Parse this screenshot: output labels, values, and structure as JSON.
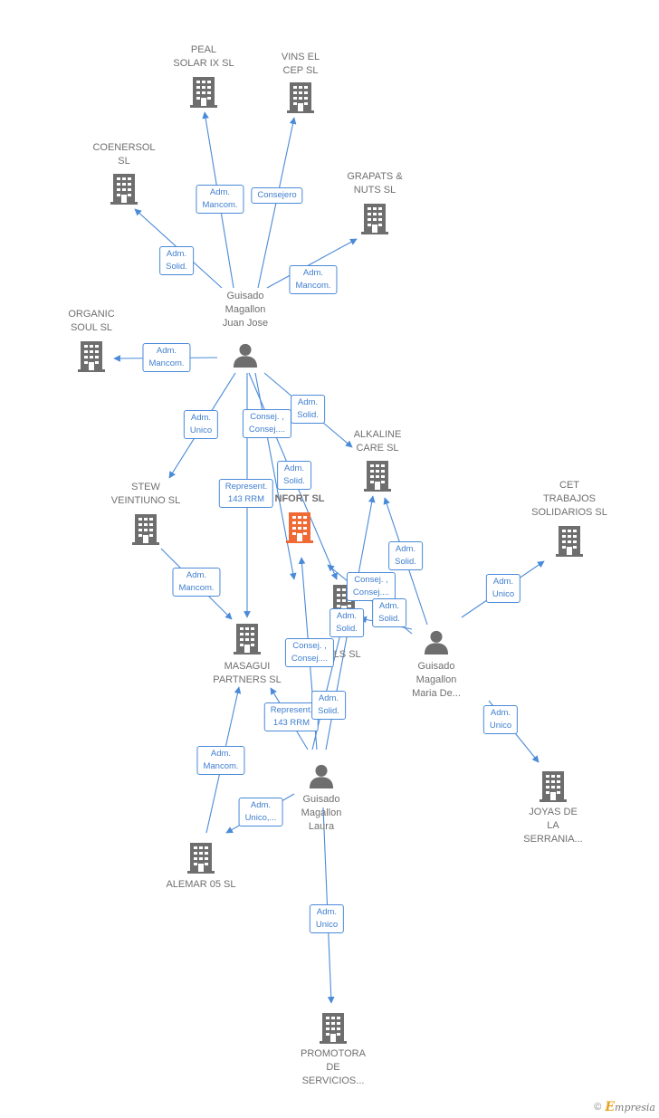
{
  "colors": {
    "edge": "#4a8ad8",
    "tag_border": "#4a8ad8",
    "tag_text": "#3f7ecf",
    "company_icon": "#6e6e6e",
    "focus_company_icon": "#f06a35",
    "person_icon": "#6e6e6e",
    "label_text": "#6f6f6f"
  },
  "nodes": [
    {
      "id": "peal",
      "kind": "company",
      "label": "PEAL\nSOLAR IX SL"
    },
    {
      "id": "vins",
      "kind": "company",
      "label": "VINS EL\nCEP  SL"
    },
    {
      "id": "coenersol",
      "kind": "company",
      "label": "COENERSOL\nSL"
    },
    {
      "id": "grapats",
      "kind": "company",
      "label": "GRAPATS &\nNUTS  SL"
    },
    {
      "id": "juanjose",
      "kind": "person",
      "label": "Guisado\nMagallon\nJuan Jose"
    },
    {
      "id": "organic",
      "kind": "company",
      "label": "ORGANIC\nSOUL  SL"
    },
    {
      "id": "alkaline",
      "kind": "company",
      "label": "ALKALINE\nCARE  SL"
    },
    {
      "id": "stew",
      "kind": "company",
      "label": "STEW\nVEINTIUNO SL"
    },
    {
      "id": "focus",
      "kind": "company-focus",
      "label": "NFORT  SL"
    },
    {
      "id": "cet",
      "kind": "company",
      "label": "CET\nTRABAJOS\nSOLIDARIOS SL"
    },
    {
      "id": "middle",
      "kind": "company",
      "label": "ALS  SL"
    },
    {
      "id": "masagui",
      "kind": "company",
      "label": "MASAGUI\nPARTNERS  SL"
    },
    {
      "id": "mariade",
      "kind": "person",
      "label": "Guisado\nMagallon\nMaria De..."
    },
    {
      "id": "laura",
      "kind": "person",
      "label": "Guisado\nMagallon\nLaura"
    },
    {
      "id": "joyas",
      "kind": "company",
      "label": "JOYAS DE\nLA\nSERRANIA..."
    },
    {
      "id": "alemar",
      "kind": "company",
      "label": "ALEMAR 05  SL"
    },
    {
      "id": "promotora",
      "kind": "company",
      "label": "PROMOTORA\nDE\nSERVICIOS..."
    }
  ],
  "relations": [
    {
      "label": "Adm.\nMancom."
    },
    {
      "label": "Consejero"
    },
    {
      "label": "Adm.\nSolid."
    },
    {
      "label": "Adm.\nMancom."
    },
    {
      "label": "Adm.\nMancom."
    },
    {
      "label": "Adm.\nSolid."
    },
    {
      "label": "Adm.\nUnico"
    },
    {
      "label": "Consej. ,\nConsej...."
    },
    {
      "label": "Adm.\nSolid."
    },
    {
      "label": "Represent.\n143 RRM"
    },
    {
      "label": "Adm.\nMancom."
    },
    {
      "label": "Adm.\nSolid."
    },
    {
      "label": "Adm.\nUnico"
    },
    {
      "label": "Consej. ,\nConsej...."
    },
    {
      "label": "Adm.\nSolid."
    },
    {
      "label": "Adm.\nSolid."
    },
    {
      "label": "Consej. ,\nConsej...."
    },
    {
      "label": "Represent.\n143 RRM"
    },
    {
      "label": "Adm.\nSolid."
    },
    {
      "label": "Adm.\nUnico"
    },
    {
      "label": "Adm.\nMancom."
    },
    {
      "label": "Adm.\nUnico,..."
    },
    {
      "label": "Adm.\nUnico"
    }
  ],
  "footer": {
    "copyright": "©",
    "brand_initial": "E",
    "brand_rest": "mpresia"
  }
}
